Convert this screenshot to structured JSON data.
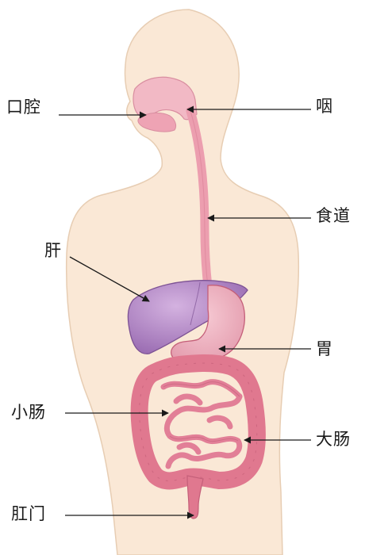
{
  "labels": {
    "mouth": "口腔",
    "pharynx": "咽",
    "esophagus": "食道",
    "liver": "肝",
    "stomach": "胃",
    "small_intestine": "小肠",
    "large_intestine": "大肠",
    "anus": "肛门"
  },
  "colors": {
    "skin": "#fae8d6",
    "skin_outline": "#e7cdb3",
    "tract": "#ec9eaf",
    "tract_dark": "#c45f79",
    "liver": "#b78ac8",
    "liver_dark": "#7d5294",
    "intestine": "#e0788f",
    "leader_line": "#1a1a1a"
  }
}
